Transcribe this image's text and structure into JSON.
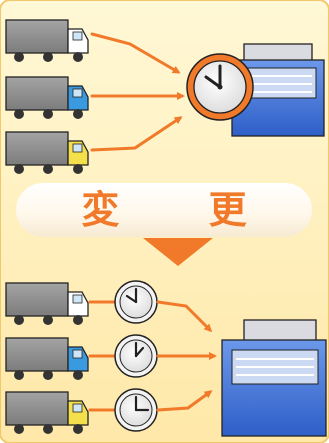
{
  "banner": {
    "label": "変 更"
  },
  "colors": {
    "background": "#fff1c8",
    "accent_orange": "#f07a2a",
    "truck_cargo_gray": "#8f8f8f",
    "truck_cab_white": "#ffffff",
    "truck_cab_blue": "#3a9ae0",
    "truck_cab_yellow": "#f4e04a",
    "building_blue": "#3c70d6"
  },
  "icons": [
    "truck-white-cab-icon",
    "truck-blue-cab-icon",
    "truck-yellow-cab-icon",
    "clock-icon",
    "warehouse-building-icon",
    "down-triangle-arrow-icon"
  ],
  "before": {
    "trucks": [
      "white",
      "blue",
      "yellow"
    ],
    "clocks": 1
  },
  "after": {
    "trucks": [
      "white",
      "blue",
      "yellow"
    ],
    "clocks": 3
  }
}
